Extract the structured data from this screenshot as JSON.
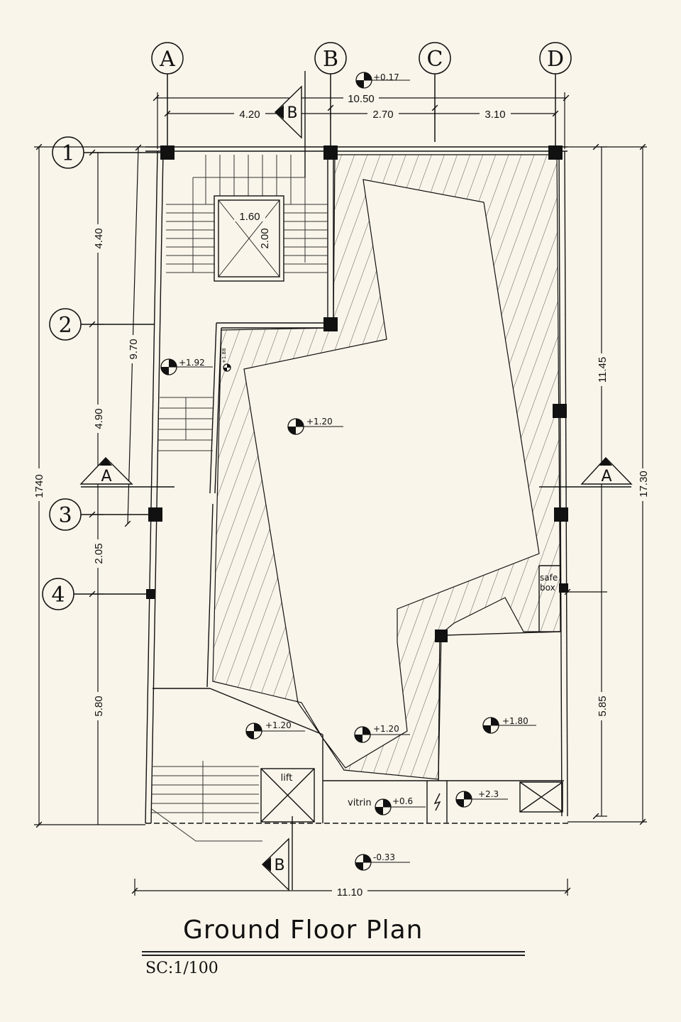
{
  "title": "Ground Floor Plan",
  "scale": "SC:1/100",
  "grid_axes": {
    "columns": [
      "A",
      "B",
      "C",
      "D"
    ],
    "rows": [
      "1",
      "2",
      "3",
      "4"
    ]
  },
  "dimensions": {
    "top_total": "10.50",
    "top_seg_1": "4.20",
    "top_seg_2": "2.70",
    "top_seg_3": "3.10",
    "bottom_total": "11.10",
    "left_total": "1740",
    "left_1": "4.40",
    "left_2": "4.90",
    "left_3": "2.05",
    "left_4": "5.80",
    "left_inner": "9.70",
    "right_outer": "17.30",
    "right_upper": "11.45",
    "right_lower": "5.85",
    "stair_w": "1.60",
    "stair_h": "2.00"
  },
  "levels": {
    "top": "+0.17",
    "stair": "+1.92",
    "stair_small": "+1.88",
    "center": "+1.20",
    "lower_left": "+1.20",
    "lower_center": "+1.20",
    "lower_right": "+1.80",
    "vitrin": "+0.6",
    "lower_far_right": "+2.3",
    "outside": "-0.33"
  },
  "sections": {
    "a_left": "A",
    "a_right": "A",
    "b_top": "B",
    "b_bottom": "B"
  },
  "rooms": {
    "lift": "lift",
    "vitrin": "vitrin",
    "safe_line1": "safe",
    "safe_line2": "box"
  }
}
